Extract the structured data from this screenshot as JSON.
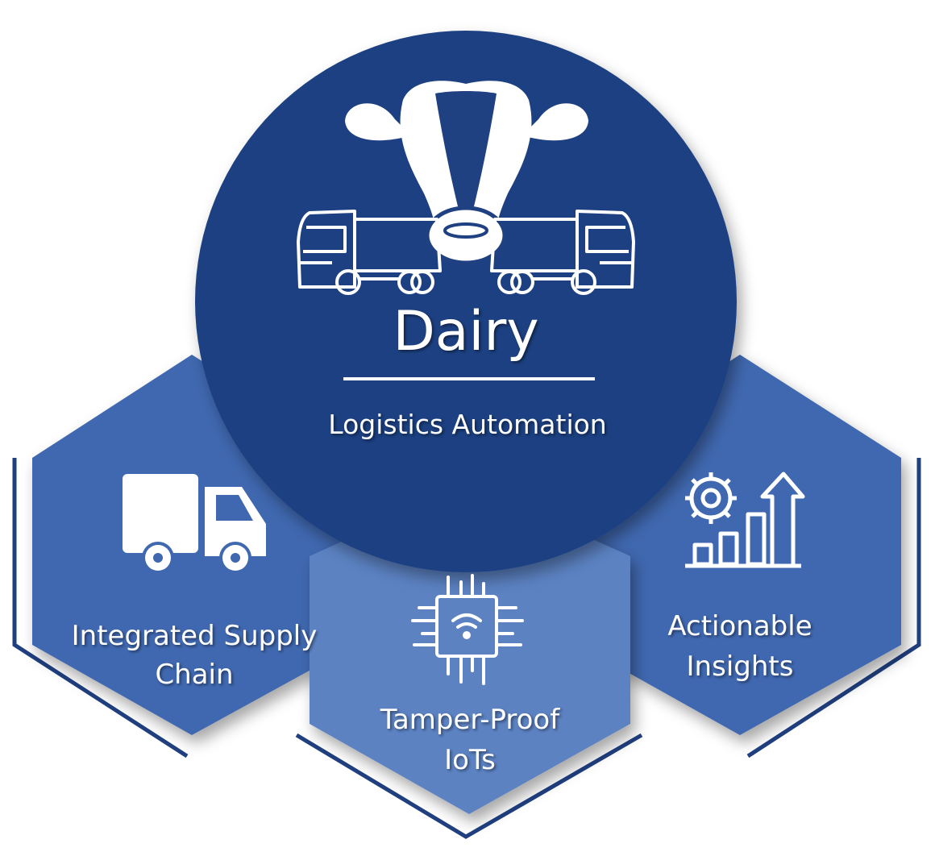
{
  "colors": {
    "dark_blue": "#1f4181",
    "mid_blue": "#3f68b0",
    "light_blue": "#5b82c2",
    "white": "#ffffff"
  },
  "hub": {
    "title": "Dairy",
    "subtitle": "Logistics Automation",
    "icon": "cow-head-with-trucks-icon"
  },
  "nodes": [
    {
      "id": "left",
      "label_lines": [
        "Integrated Supply",
        "Chain"
      ],
      "icon": "delivery-truck-icon"
    },
    {
      "id": "center",
      "label_lines": [
        "Tamper-Proof",
        "IoTs"
      ],
      "icon": "iot-chip-wifi-icon"
    },
    {
      "id": "right",
      "label_lines": [
        "Actionable",
        "Insights"
      ],
      "icon": "gear-growth-chart-icon"
    }
  ]
}
